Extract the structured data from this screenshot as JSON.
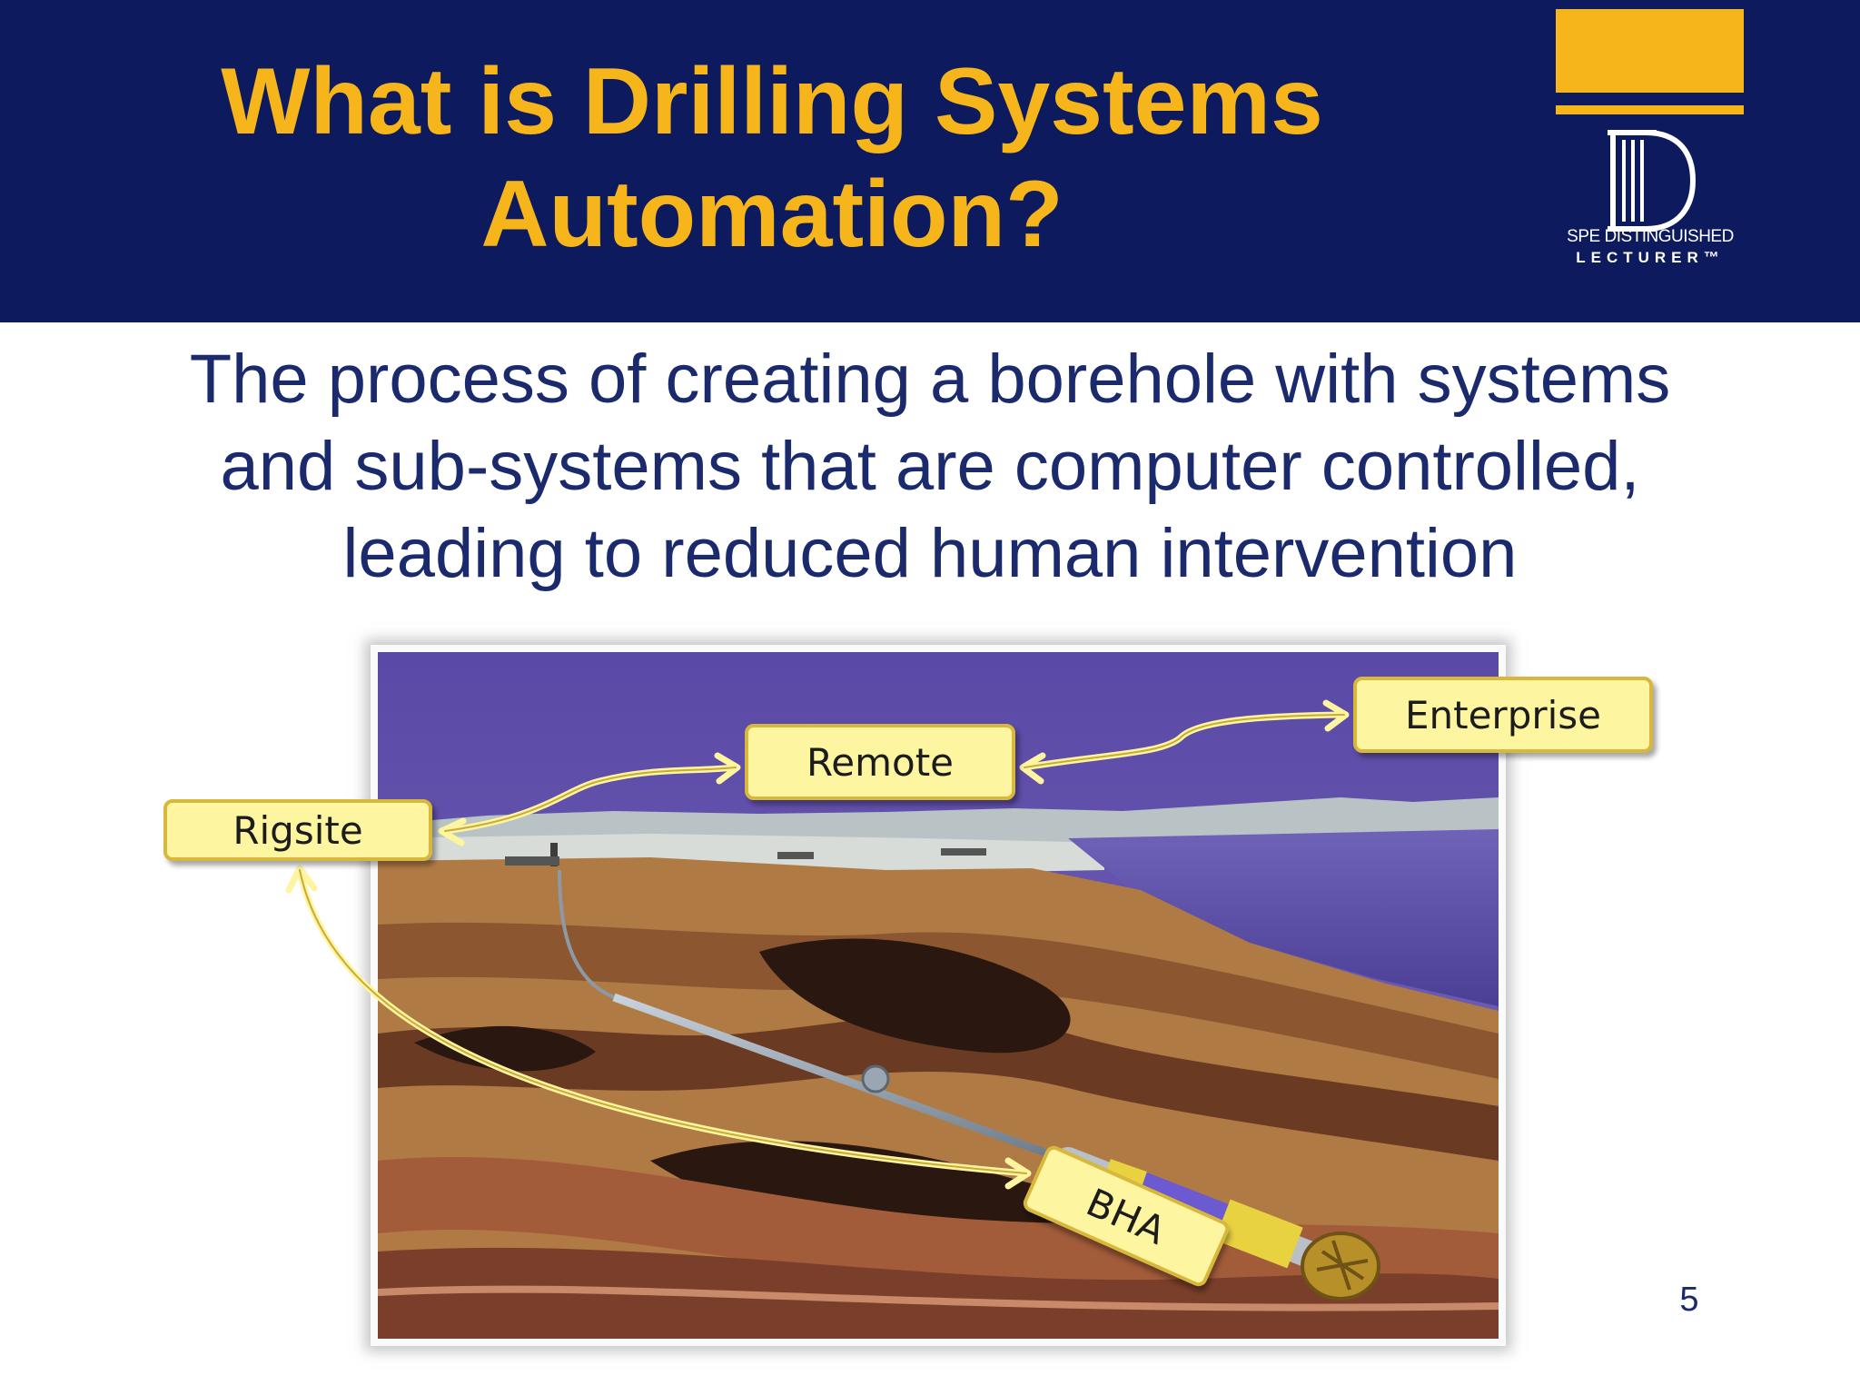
{
  "slide": {
    "title_line1": "What is Drilling Systems",
    "title_line2": "Automation?",
    "subtitle_line1": "The process of creating a borehole with systems",
    "subtitle_line2": "and sub-systems that are computer controlled,",
    "subtitle_line3": "leading to reduced human intervention",
    "page_number": "5"
  },
  "logo": {
    "letter": "D",
    "line1": "SPE DISTINGUISHED",
    "line2": "LECTURER™"
  },
  "diagram": {
    "labels": {
      "rigsite": "Rigsite",
      "remote": "Remote",
      "enterprise": "Enterprise",
      "bha": "BHA"
    }
  },
  "colors": {
    "header_bg": "#0d1b5e",
    "title": "#f7b51c",
    "subtitle": "#1a2a6c",
    "label_fill": "#fdf5a0",
    "label_border": "#d8b83c"
  }
}
